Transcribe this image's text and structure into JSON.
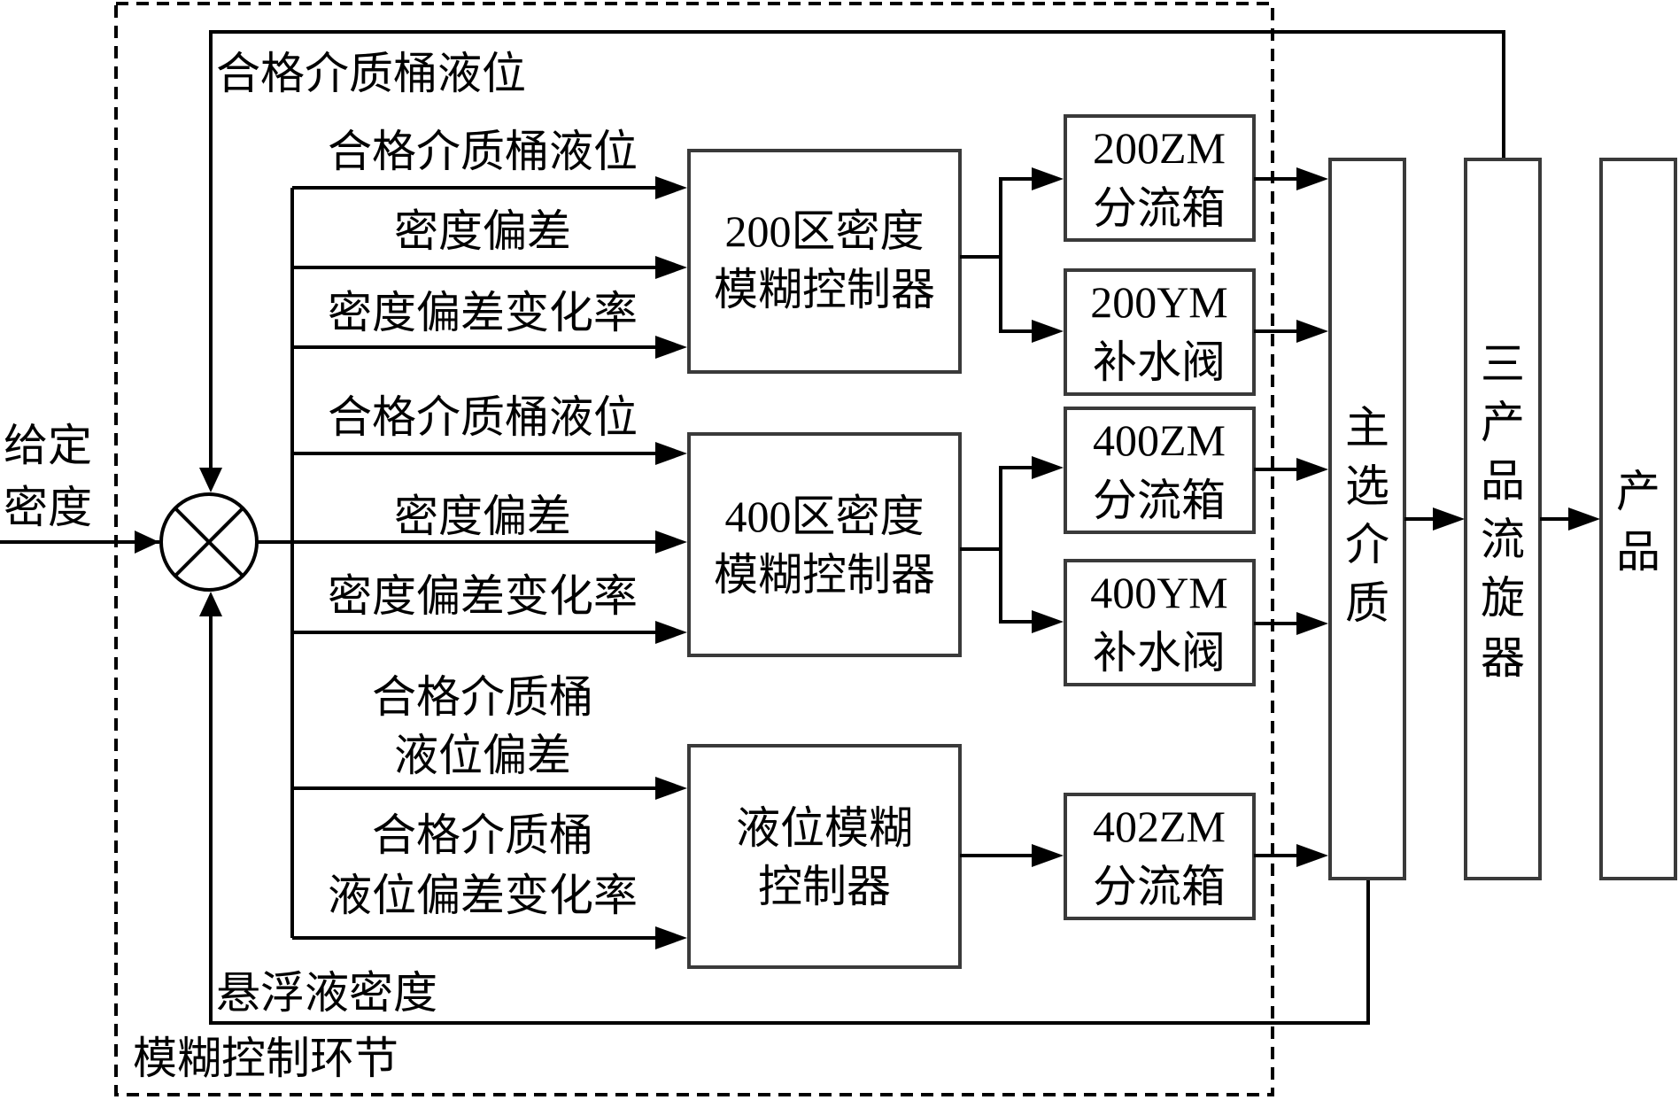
{
  "labels": {
    "top_feedback": "合格介质桶液位",
    "given_density_line1": "给定",
    "given_density_line2": "密度",
    "suspension_density": "悬浮液密度",
    "fuzzy_section": "模糊控制环节"
  },
  "inputs": {
    "g1": [
      "合格介质桶液位",
      "密度偏差",
      "密度偏差变化率"
    ],
    "g2": [
      "合格介质桶液位",
      "密度偏差",
      "密度偏差变化率"
    ],
    "g3_line1": "合格介质桶",
    "g3_line2": "液位偏差",
    "g3_line3": "合格介质桶",
    "g3_line4": "液位偏差变化率"
  },
  "controllers": {
    "c200": [
      "200区密度",
      "模糊控制器"
    ],
    "c400": [
      "400区密度",
      "模糊控制器"
    ],
    "level": [
      "液位模糊",
      "控制器"
    ]
  },
  "actuators": {
    "a200zm": [
      "200ZM",
      "分流箱"
    ],
    "a200ym": [
      "200YM",
      "补水阀"
    ],
    "a400zm": [
      "400ZM",
      "分流箱"
    ],
    "a400ym": [
      "400YM",
      "补水阀"
    ],
    "a402zm": [
      "402ZM",
      "分流箱"
    ]
  },
  "process": {
    "main_medium": [
      "主",
      "选",
      "介",
      "质"
    ],
    "cyclone": [
      "三",
      "产",
      "品",
      "流",
      "旋",
      "器"
    ],
    "product": [
      "产",
      "品"
    ]
  }
}
